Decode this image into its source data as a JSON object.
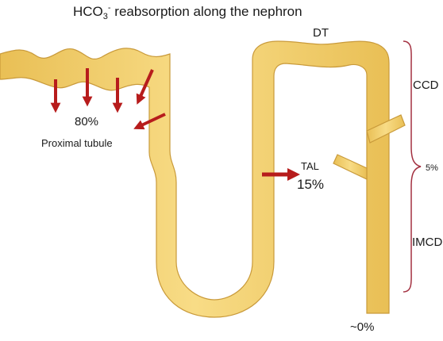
{
  "title_prefix": "HCO",
  "title_sub": "3",
  "title_sup": "-",
  "title_rest": " reabsorption along the nephron",
  "labels": {
    "proximal_pct": "80%",
    "proximal_name": "Proximal tubule",
    "dt": "DT",
    "ccd": "CCD",
    "collecting_pct": "5%",
    "tal_name": "TAL",
    "tal_pct": "15%",
    "imcd": "IMCD",
    "final_pct": "~0%"
  },
  "colors": {
    "tubule_fill": "#f4d274",
    "tubule_edge": "#c99a3a",
    "arrow": "#b71c1c",
    "bracket": "#a33040"
  }
}
